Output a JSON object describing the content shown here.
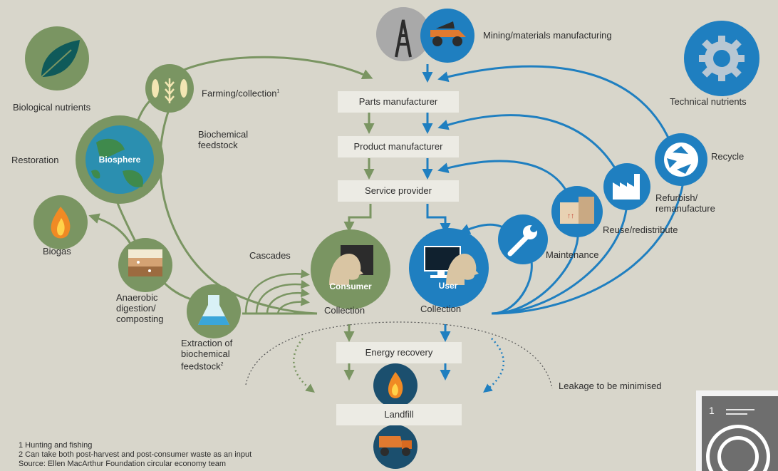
{
  "labels": {
    "biological_nutrients": "Biological nutrients",
    "technical_nutrients": "Technical nutrients",
    "restoration": "Restoration",
    "biosphere": "Biosphere",
    "biogas": "Biogas",
    "anaerobic": "Anaerobic\ndigestion/\ncomposting",
    "extraction": "Extraction of\nbiochemical\nfeedstock",
    "extraction_sup": "2",
    "farming": "Farming/collection",
    "farming_sup": "1",
    "biochemical_feedstock": "Biochemical\nfeedstock",
    "cascades": "Cascades",
    "consumer": "Consumer",
    "user": "User",
    "collection_left": "Collection",
    "collection_right": "Collection",
    "mining": "Mining/materials manufacturing",
    "recycle": "Recycle",
    "refurbish": "Refurbish/\nremanufacture",
    "reuse": "Reuse/redistribute",
    "maintenance": "Maintenance",
    "leakage": "Leakage to be minimised"
  },
  "boxes": {
    "parts": "Parts manufacturer",
    "product": "Product manufacturer",
    "service": "Service provider",
    "energy": "Energy recovery",
    "landfill": "Landfill"
  },
  "footnotes": {
    "line1": "1 Hunting and fishing",
    "line2": "2 Can take both post-harvest and post-consumer waste as an input",
    "line3": "Source: Ellen MacArthur Foundation circular economy team"
  },
  "thumbnail": {
    "number": "1"
  },
  "colors": {
    "background": "#d8d6cb",
    "biological": "#7a9562",
    "biological_dark": "#5f7a4c",
    "technical": "#1f7fc0",
    "technical_dark": "#145f93",
    "box": "#ecebe4"
  },
  "icons": {
    "biological_nutrients": "leaf-icon",
    "technical_nutrients": "gear-icon",
    "farming": "wheat-fish-icon",
    "biogas": "flame-icon",
    "anaerobic": "soil-layers-icon",
    "extraction": "flask-icon",
    "mining_1": "oil-derrick-icon",
    "mining_2": "mining-truck-icon",
    "recycle": "recycle-icon",
    "refurbish": "factory-icon",
    "reuse": "boxes-icon",
    "maintenance": "wrench-icon",
    "energy": "flame-icon",
    "landfill": "dump-truck-icon"
  }
}
